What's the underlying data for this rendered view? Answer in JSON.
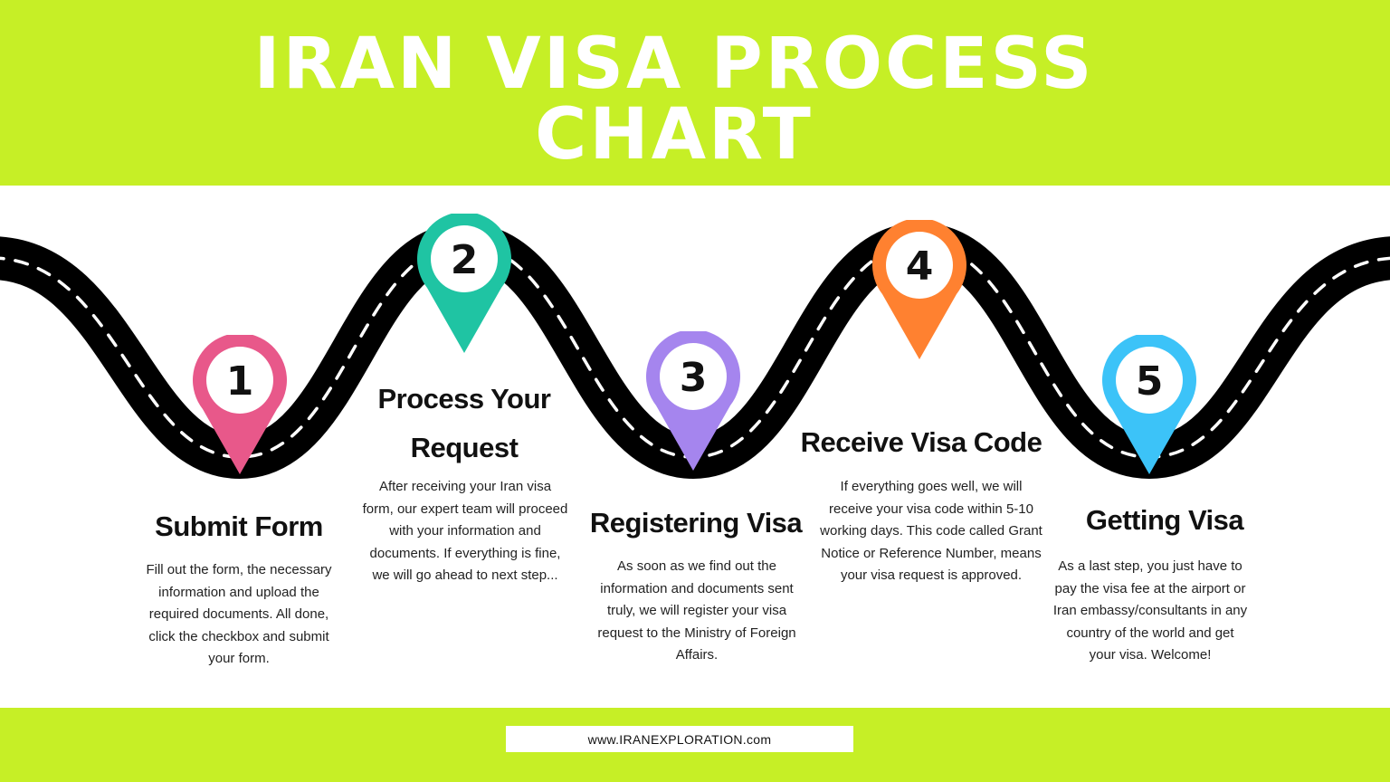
{
  "title_line1": "IRAN VISA PROCESS",
  "title_line2": "CHART",
  "steps": [
    {
      "number": "1",
      "title": "Submit Form",
      "description": "Fill out the form, the necessary information and upload the required documents. All done, click the checkbox and submit your form.",
      "color": "#e8588a"
    },
    {
      "number": "2",
      "title": "Process Your Request",
      "description": "After receiving your Iran visa form, our expert team will proceed with your information and documents. If everything is fine, we will go ahead to  next step...",
      "color": "#1fc4a3"
    },
    {
      "number": "3",
      "title": "Registering Visa",
      "description": "As soon as we find out the information and documents sent truly, we will register your visa request to the Ministry of Foreign Affairs.",
      "color": "#a585ee"
    },
    {
      "number": "4",
      "title": "Receive Visa Code",
      "description": "If everything goes well, we will receive your visa code within 5-10 working days. This code called Grant Notice or Reference Number, means your visa request is approved.",
      "color": "#ff8130"
    },
    {
      "number": "5",
      "title": "Getting Visa",
      "description": "As a last step, you just have to pay the visa fee at the airport or Iran embassy/consultants in any country of the world and get your visa. Welcome!",
      "color": "#3cc3f8"
    }
  ],
  "footer_url": "www.IRANEXPLORATION.com",
  "colors": {
    "accent_green": "#c6ef26",
    "road": "#000000",
    "lane_marking": "#ffffff"
  }
}
